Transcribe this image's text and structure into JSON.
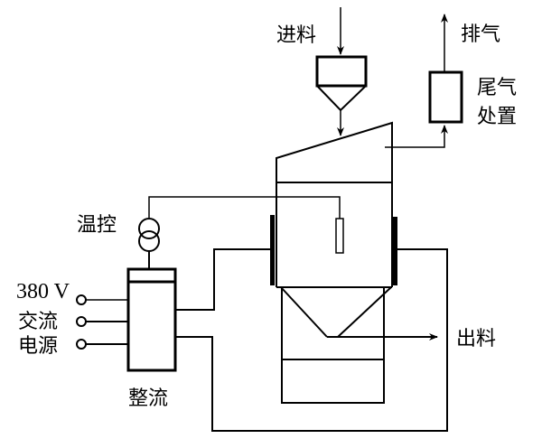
{
  "diagram": {
    "type": "process-flow",
    "description": "Electric furnace process schematic",
    "labels": {
      "feed": "进料",
      "exhaust": "排气",
      "tail_gas_treatment_line1": "尾气",
      "tail_gas_treatment_line2": "处置",
      "temperature_control": "温控",
      "power_voltage": "380 V",
      "power_ac": "交流",
      "power_source": "电源",
      "rectifier": "整流",
      "discharge": "出料"
    },
    "colors": {
      "line": "#000000",
      "background": "#ffffff"
    }
  }
}
